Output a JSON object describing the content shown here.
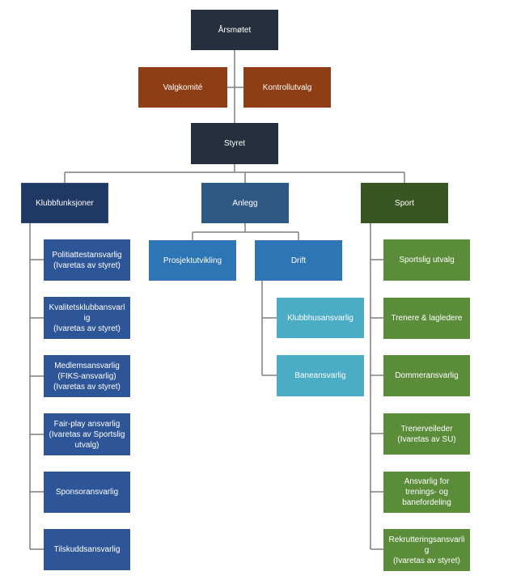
{
  "top": {
    "aarsmotet": "Årsmøtet",
    "valgkomite": "Valgkomité",
    "kontrollutvalg": "Kontrollutvalg",
    "styret": "Styret"
  },
  "branches": {
    "klubbfunksjoner": {
      "label": "Klubbfunksjoner",
      "items": [
        "Politiattestansvarlig\n(Ivaretas av styret)",
        "Kvalitetsklubbansvarl\nig\n(Ivaretas av styret)",
        "Medlemsansvarlig\n(FIKS-ansvarlig)\n(Ivaretas av styret)",
        "Fair-play ansvarlig\n(Ivaretas av Sportslig\nutvalg)",
        "Sponsoransvarlig",
        "Tilskuddsansvarlig"
      ]
    },
    "anlegg": {
      "label": "Anlegg",
      "prosjektutvikling": "Prosjektutvikling",
      "drift": "Drift",
      "drift_items": [
        "Klubbhusansvarlig",
        "Baneansvarlig"
      ]
    },
    "sport": {
      "label": "Sport",
      "items": [
        "Sportslig utvalg",
        "Trenere & lagledere",
        "Dommeransvarlig",
        "Trenerveileder\n(Ivaretas av SU)",
        "Ansvarlig for\ntrenings- og\nbanefordeling",
        "Rekrutteringsansvarli\ng\n(Ivaretas av styret)"
      ]
    }
  },
  "colors": {
    "line": "#7f7f7f",
    "dark": "#252f3d",
    "orange": "#8e3d14",
    "klubb": "#1f3864",
    "anlegg": "#2f5985",
    "sport": "#375623",
    "klubb_items": "#2e5597",
    "anlegg_items": "#2e75b6",
    "drift_items": "#4bacc6",
    "sport_items": "#5b8c3a"
  }
}
